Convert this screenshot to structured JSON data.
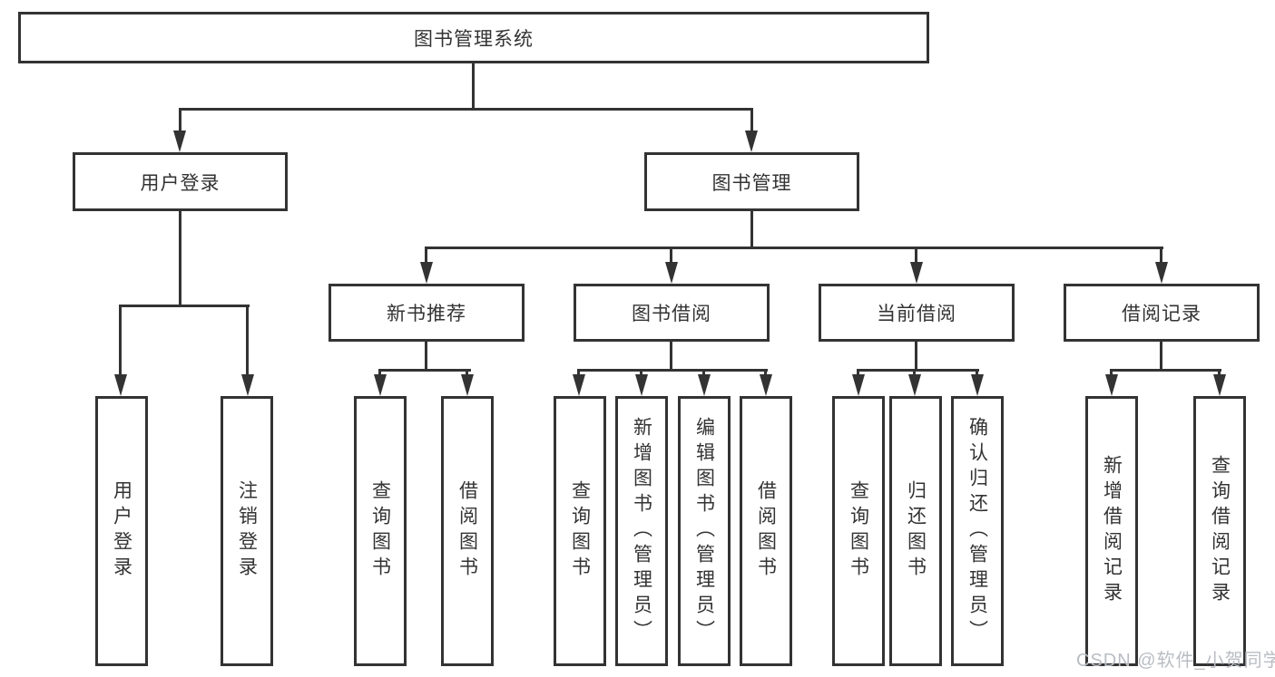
{
  "tree": {
    "root": {
      "label": "图书管理系统"
    },
    "branches": [
      {
        "label": "用户登录",
        "children": [
          {
            "label": "用户登录"
          },
          {
            "label": "注销登录"
          }
        ]
      },
      {
        "label": "图书管理",
        "groups": [
          {
            "label": "新书推荐",
            "children": [
              {
                "label": "查询图书"
              },
              {
                "label": "借阅图书"
              }
            ]
          },
          {
            "label": "图书借阅",
            "children": [
              {
                "label": "查询图书"
              },
              {
                "label": "新增图书（管理员）"
              },
              {
                "label": "编辑图书（管理员）"
              },
              {
                "label": "借阅图书"
              }
            ]
          },
          {
            "label": "当前借阅",
            "children": [
              {
                "label": "查询图书"
              },
              {
                "label": "归还图书"
              },
              {
                "label": "确认归还（管理员）"
              }
            ]
          },
          {
            "label": "借阅记录",
            "children": [
              {
                "label": "新增借阅记录"
              },
              {
                "label": "查询借阅记录"
              }
            ]
          }
        ]
      }
    ]
  },
  "watermark": {
    "text": "CSDN @软件_小贺同学"
  },
  "colors": {
    "line": "#333333",
    "text": "#333333",
    "watermark": "#b9bdc3",
    "background": "#ffffff"
  }
}
